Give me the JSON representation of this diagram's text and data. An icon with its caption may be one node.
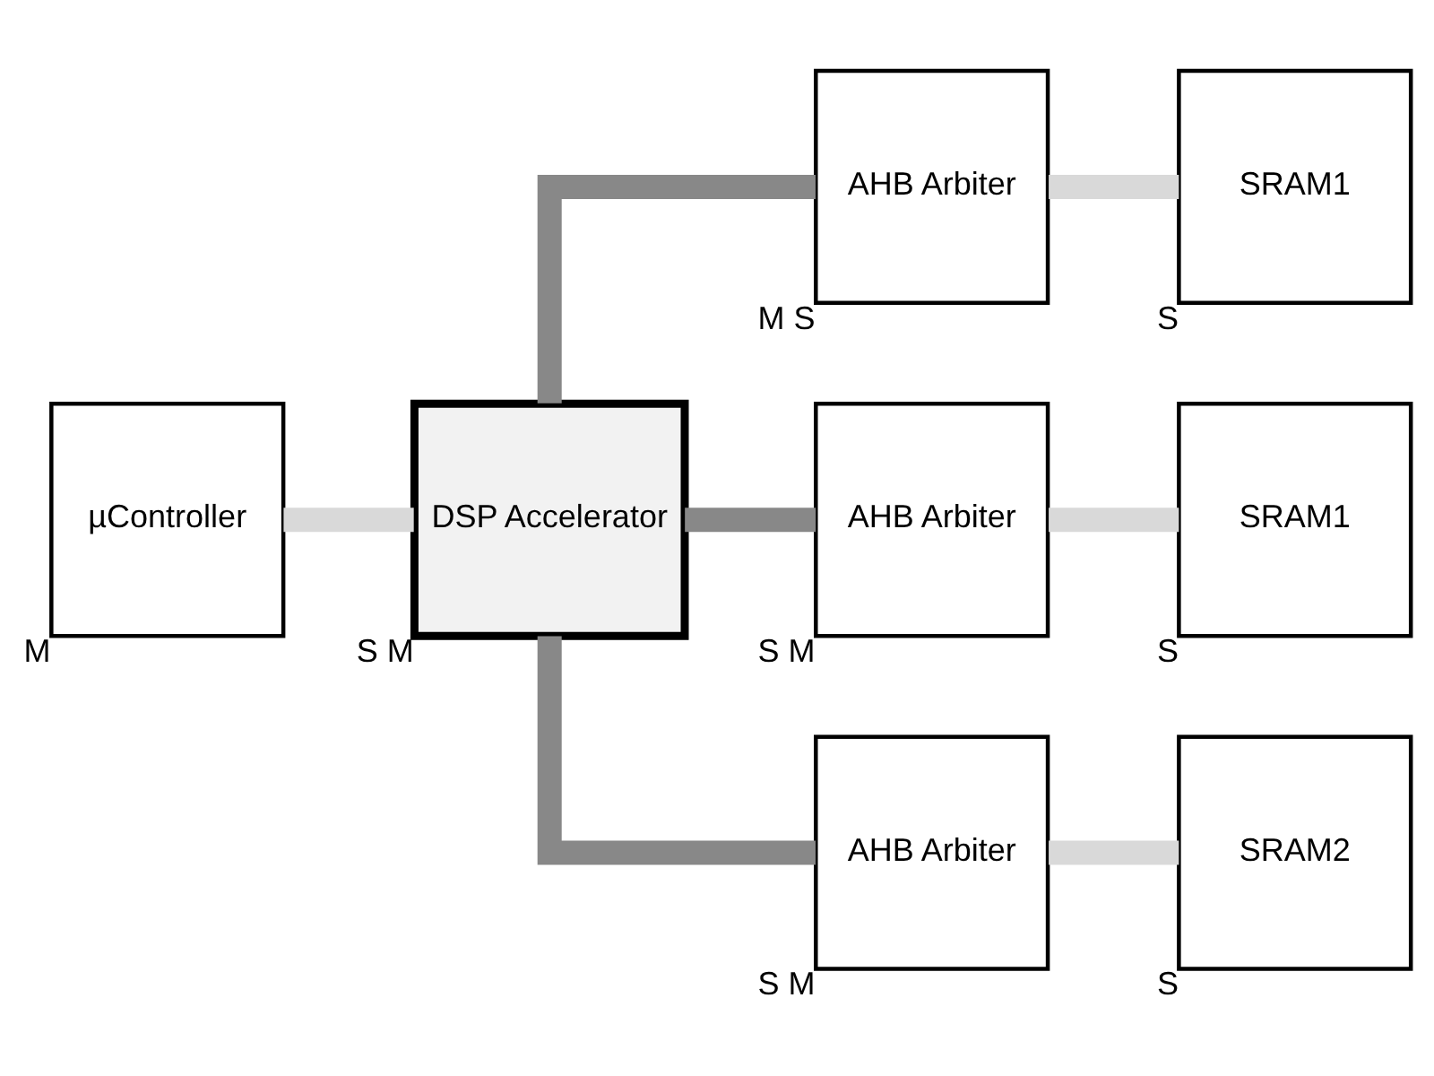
{
  "diagram": {
    "nodes": [
      {
        "text": [
          "µController"
        ],
        "beside": [
          "M"
        ]
      },
      {
        "text": [
          "DSP Accelerator"
        ],
        "beside": [
          "S",
          "M"
        ]
      },
      {
        "text": [
          "AHB Arbiter"
        ],
        "beside": [
          "M",
          "S"
        ]
      },
      {
        "text": [
          "SRAM1"
        ],
        "beside": [
          "S"
        ]
      },
      {
        "text": [
          "AHB Arbiter"
        ],
        "beside": [
          "S",
          "M"
        ]
      },
      {
        "text": [
          "SRAM1"
        ],
        "beside": [
          "S"
        ]
      },
      {
        "text": [
          "AHB Arbiter"
        ],
        "beside": [
          "S",
          "M"
        ]
      },
      {
        "text": [
          "SRAM2"
        ],
        "beside": [
          "S"
        ]
      }
    ],
    "edges": [
      {
        "from": 0,
        "to": 1,
        "arrow": "none"
      },
      {
        "from": 1,
        "to": 2,
        "arrow": "none",
        "color": "#888888"
      },
      {
        "from": 1,
        "to": 4,
        "arrow": "none",
        "color": "#888888"
      },
      {
        "from": 1,
        "to": 6,
        "arrow": "none",
        "color": "#888888"
      },
      {
        "from": 2,
        "to": 3,
        "arrow": "none"
      },
      {
        "from": 4,
        "to": 5,
        "arrow": "none"
      },
      {
        "from": 6,
        "to": 7,
        "arrow": "none"
      }
    ]
  }
}
